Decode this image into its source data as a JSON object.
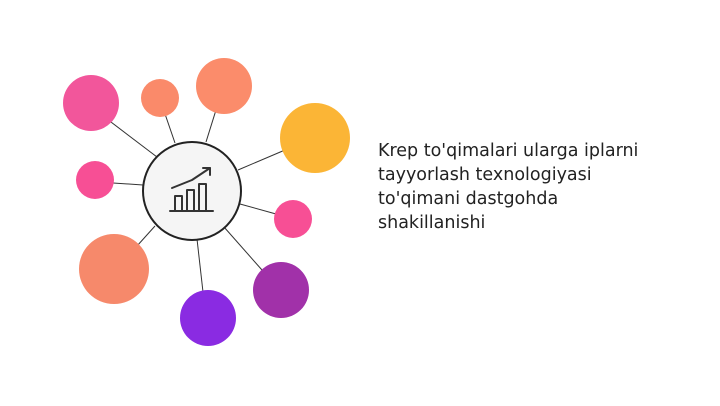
{
  "title_lines": [
    "Krep to'qimalari ularga iplarni",
    "tayyorlash texnologiyasi",
    "to'qimani dastgohda",
    "shakillanishi"
  ],
  "hub": {
    "icon": "bar-chart-growth-icon"
  },
  "colors": {
    "hot_pink": "#f2569b",
    "salmon": "#fa8a6a",
    "orange": "#fb8c6b",
    "yellow": "#fbb536",
    "magenta": "#f74f95",
    "purple": "#a131a9",
    "violet": "#8a2be2",
    "coral": "#f6896b",
    "line": "#333333"
  }
}
